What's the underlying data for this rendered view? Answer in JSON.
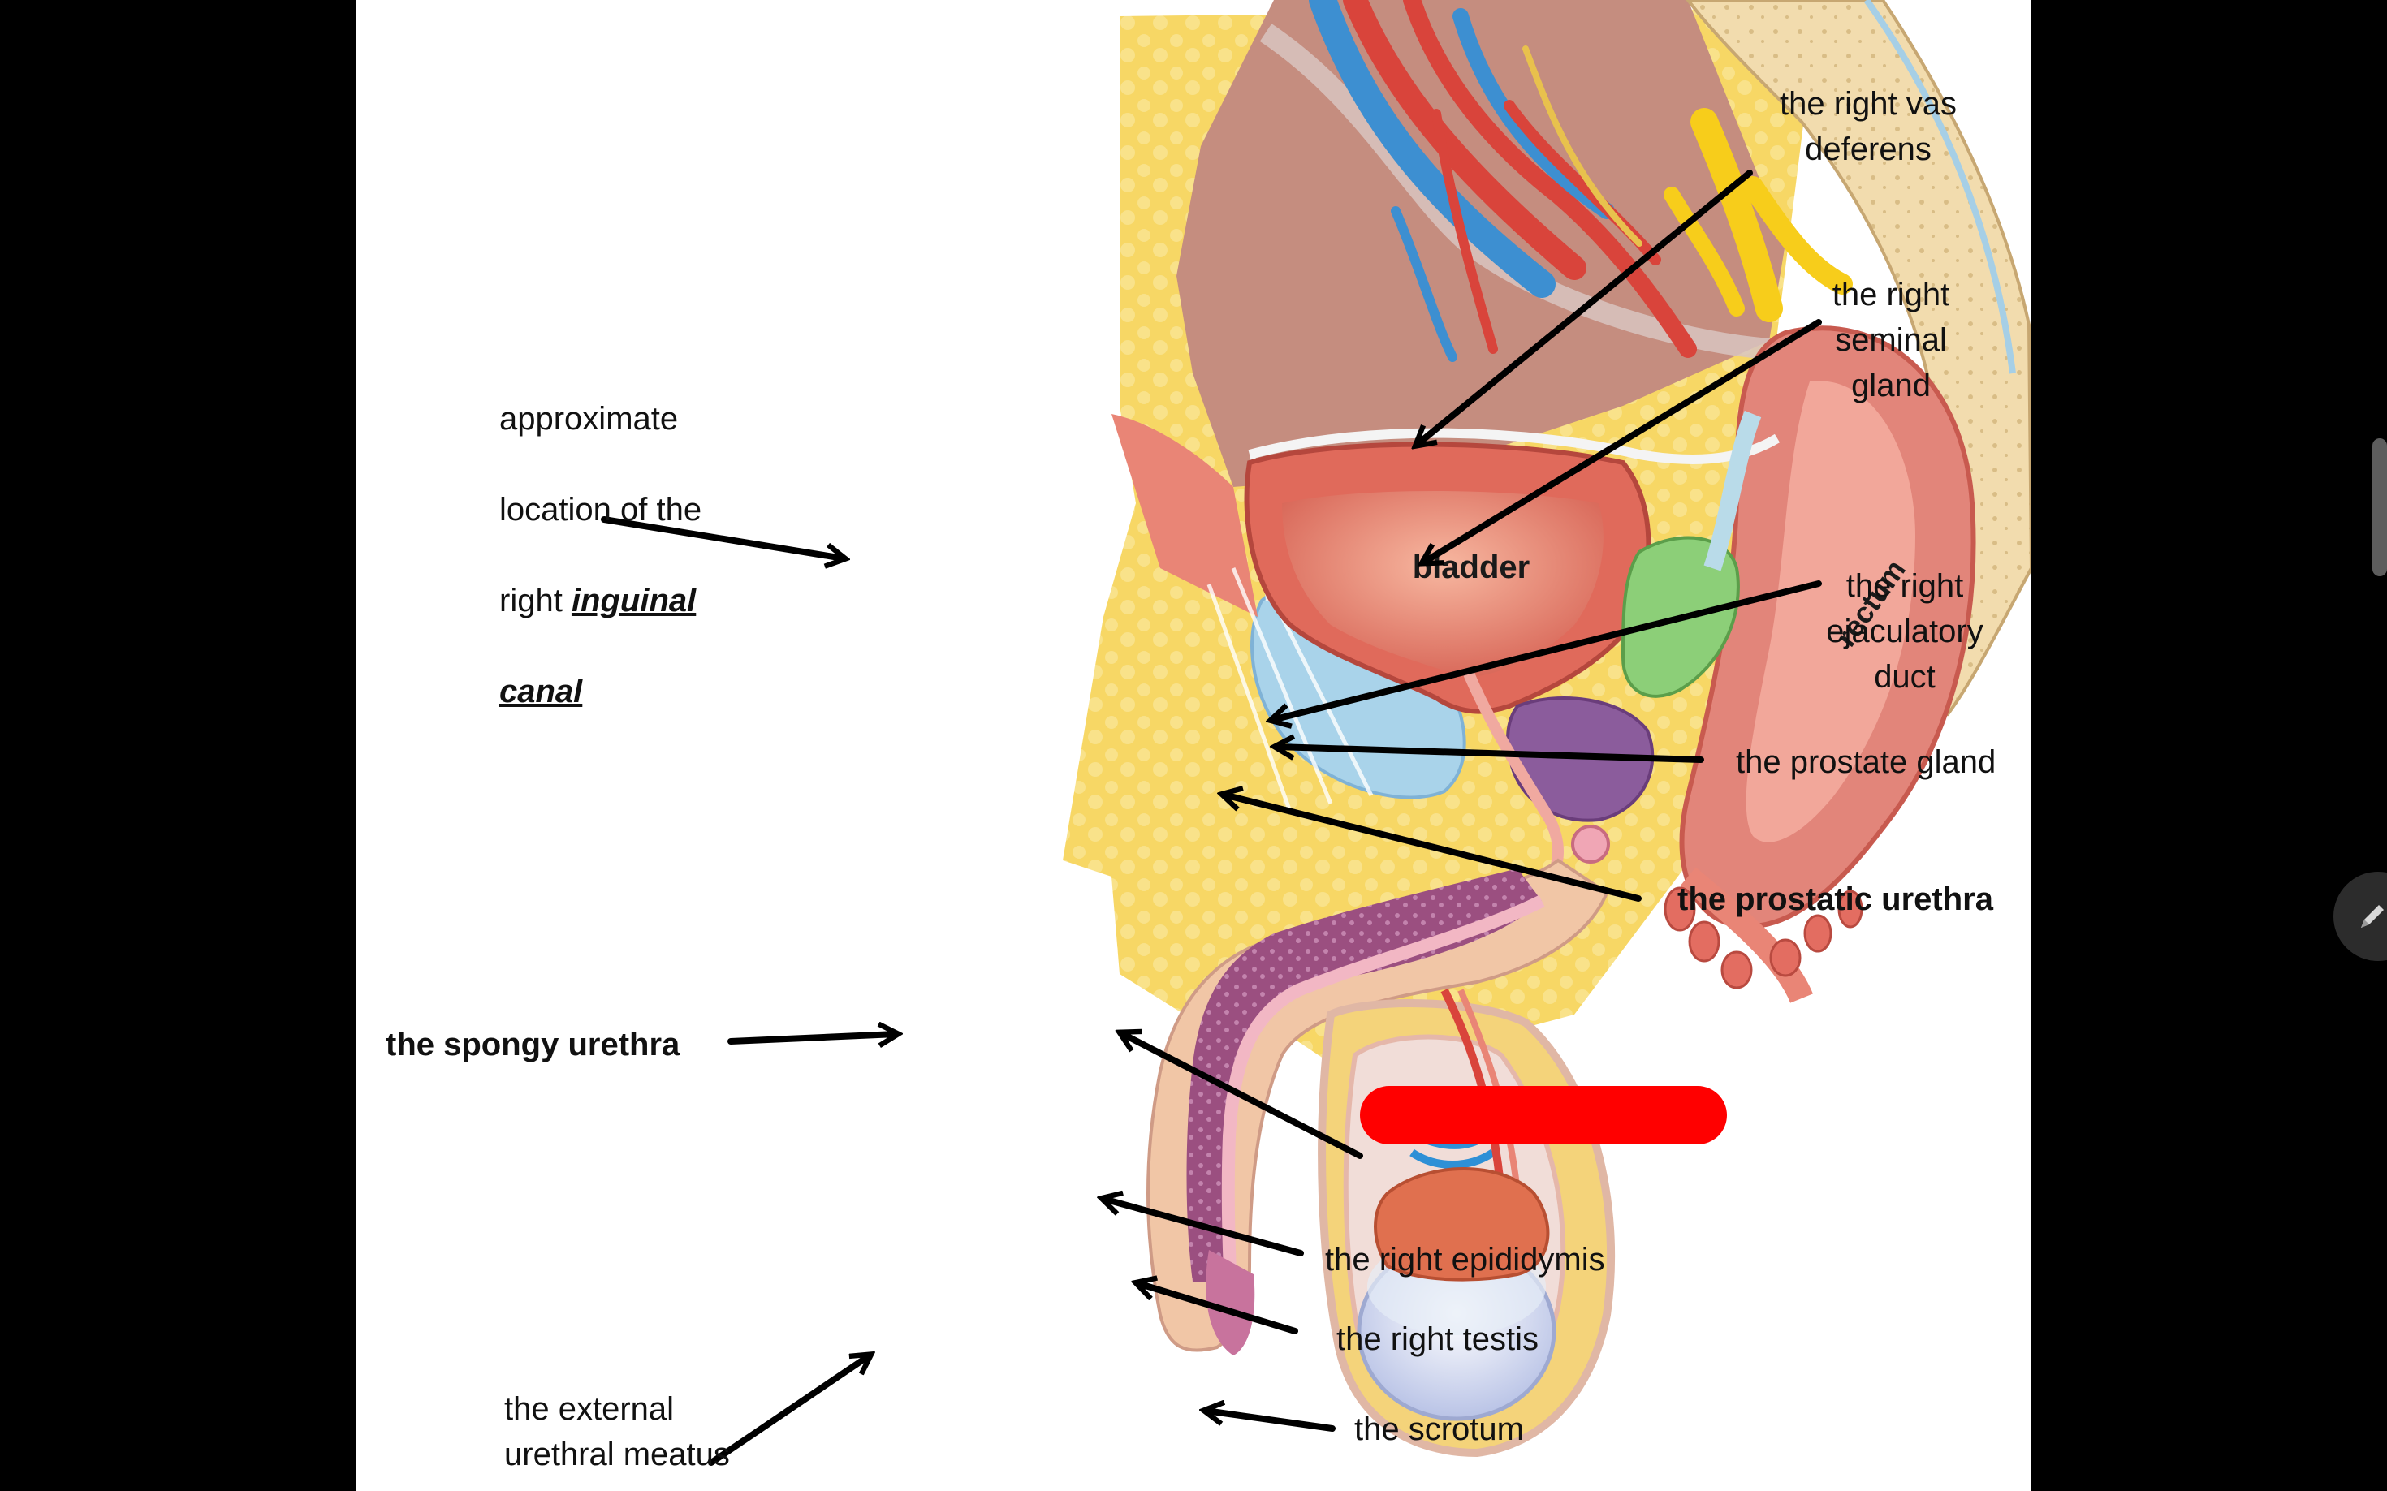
{
  "diagram": {
    "organ_labels": {
      "bladder": "bladder",
      "rectum": "rectum"
    },
    "labels": {
      "inguinal_line1": "approximate",
      "inguinal_line2": "location of the",
      "inguinal_line3_prefix": "right ",
      "inguinal_emph1": "inguinal",
      "inguinal_emph2": "canal",
      "vas_deferens": "the right vas\ndeferens",
      "seminal_gland": "the right\nseminal\ngland",
      "ejaculatory_duct": "the right\nejaculatory\nduct",
      "prostate_gland": "the prostate gland",
      "prostatic_urethra": "the prostatic urethra",
      "spongy_urethra": "the spongy urethra",
      "epididymis": "the right epididymis",
      "testis": "the right testis",
      "scrotum": "the scrotum",
      "external_meatus": "the external\nurethral meatus"
    },
    "redaction_color": "#ff0000"
  },
  "viewer": {
    "icons": [
      "scroll-handle",
      "pen-icon"
    ]
  }
}
